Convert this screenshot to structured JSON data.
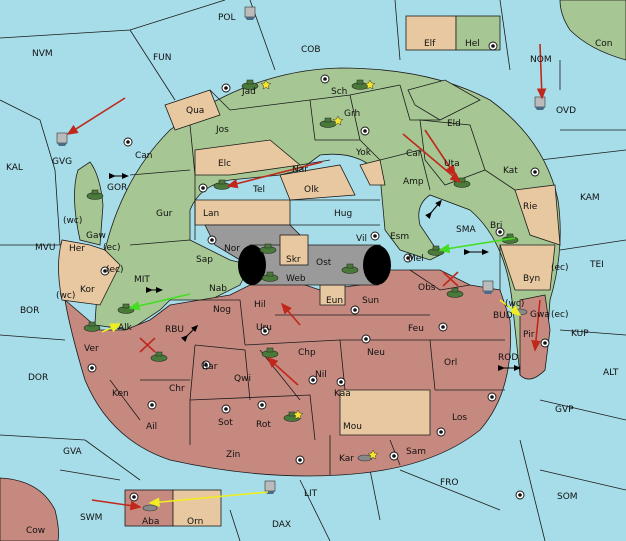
{
  "map": {
    "colors": {
      "sea": "#a7dde9",
      "green": "#a6c793",
      "red": "#c6897f",
      "tan": "#e8c8a0",
      "gray": "#9a9a9a",
      "black": "#000000",
      "arrow_red": "#c0281c",
      "arrow_green": "#44dd22",
      "arrow_yellow": "#eeee22"
    },
    "labels": {
      "pol": "POL",
      "nvm": "NVM",
      "fun": "FUN",
      "cob": "COB",
      "elf": "Elf",
      "hel": "Hel",
      "con": "Con",
      "nom": "NOM",
      "ovd": "OVD",
      "kal": "KAL",
      "gvg": "GVG",
      "mvu": "MVU",
      "bor": "BOR",
      "dor": "DOR",
      "gva": "GVA",
      "swm": "SWM",
      "cow": "Cow",
      "aba": "Aba",
      "orn": "Orn",
      "lit": "LIT",
      "dax": "DAX",
      "fro": "FRO",
      "som": "SOM",
      "gvp": "GVP",
      "alt": "ALT",
      "kup": "KUP",
      "tei": "TEI",
      "kam": "KAM",
      "bud": "BUD",
      "rod": "ROD",
      "gor": "GOR",
      "mit": "MIT",
      "rbu": "RBU",
      "sma": "SMA",
      "jad": "Jad",
      "sch": "Sch",
      "qua": "Qua",
      "jos": "Jos",
      "grh": "Grh",
      "eld": "Eld",
      "can": "Can",
      "car": "Car",
      "uta": "Uta",
      "yok": "Yok",
      "elc": "Elc",
      "nar": "Nar",
      "amp": "Amp",
      "kat": "Kat",
      "tel": "Tel",
      "olk": "Olk",
      "gur": "Gur",
      "lan": "Lan",
      "hug": "Hug",
      "rie": "Rie",
      "bri": "Bri",
      "gaw": "Gaw",
      "her": "Her",
      "nor": "Nor",
      "skr": "Skr",
      "ost": "Ost",
      "web": "Web",
      "vil": "Vil",
      "esm": "Esm",
      "mel": "Mel",
      "byn": "Byn",
      "sap": "Sap",
      "kor": "Kor",
      "nab": "Nab",
      "eun": "Eun",
      "sun": "Sun",
      "obs": "Obs",
      "gwa": "Gwa",
      "pir": "Pir",
      "alk": "Alk",
      "nog": "Nog",
      "hil": "Hil",
      "uru": "Uru",
      "feu": "Feu",
      "ver": "Ver",
      "chp": "Chp",
      "neu": "Neu",
      "orl": "Orl",
      "bar": "Bar",
      "qwi": "Qwi",
      "nil": "Nil",
      "ken": "Ken",
      "chr": "Chr",
      "kaa": "Kaa",
      "ail": "Ail",
      "sot": "Sot",
      "rot": "Rot",
      "mou": "Mou",
      "los": "Los",
      "zin": "Zin",
      "kar": "Kar",
      "sam": "Sam",
      "wc": "(wc)",
      "ec": "(ec)"
    }
  }
}
